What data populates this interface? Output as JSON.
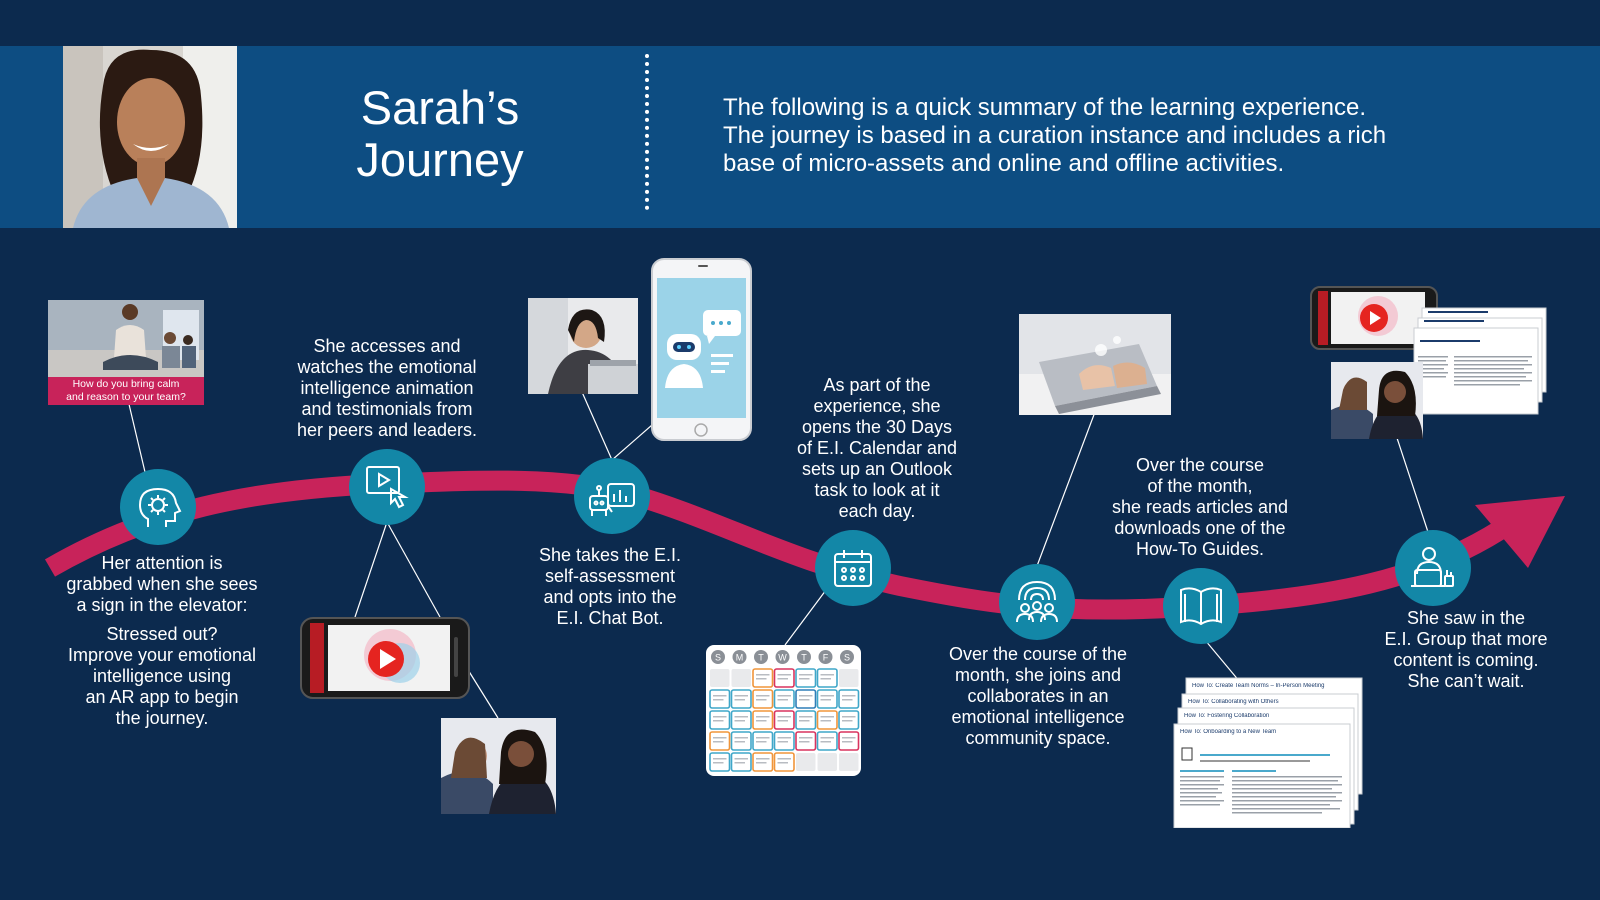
{
  "header": {
    "title_lines": [
      "Sarah’s",
      "Journey"
    ],
    "summary_lines": [
      "The following is a quick summary of the learning experience.",
      "The journey is based in a curation instance and includes a rich",
      "base of micro-assets and online and offline activities."
    ]
  },
  "sign": {
    "caption_lines": [
      "How do you bring calm",
      "and reason to your team?"
    ]
  },
  "steps": [
    {
      "icon": "head-gear-icon",
      "lines": [
        "Her attention is",
        "grabbed when she sees",
        "a sign in the elevator:"
      ],
      "quote_lines": [
        "Stressed out?",
        "Improve your emotional",
        "intelligence using",
        "an AR app to begin",
        "the journey."
      ]
    },
    {
      "icon": "video-click-icon",
      "lines": [
        "She accesses and",
        "watches the emotional",
        "intelligence animation",
        "and testimonials from",
        "her peers and leaders."
      ]
    },
    {
      "icon": "chat-bot-icon",
      "lines": [
        "She takes the E.I.",
        "self-assessment",
        "and opts into the",
        "E.I. Chat Bot."
      ]
    },
    {
      "icon": "calendar-icon",
      "lines": [
        "As part of the",
        "experience, she",
        "opens the 30 Days",
        "of E.I. Calendar and",
        "sets up an Outlook",
        "task to look at it",
        "each day."
      ]
    },
    {
      "icon": "community-icon",
      "lines": [
        "Over the course of the",
        "month, she joins and",
        "collaborates in an",
        "emotional intelligence",
        "community space."
      ]
    },
    {
      "icon": "book-icon",
      "lines": [
        "Over the course",
        "of the month,",
        "she reads articles and",
        "downloads one of the",
        "How-To Guides."
      ]
    },
    {
      "icon": "person-laptop-icon",
      "lines": [
        "She saw in the",
        "E.I. Group that more",
        "content is coming.",
        "She can’t wait."
      ]
    }
  ],
  "calendar": {
    "weekdays": [
      "S",
      "M",
      "T",
      "W",
      "T",
      "F",
      "S"
    ]
  },
  "guides": {
    "titles": [
      "How To: Create Team Norms – In-Person Meeting",
      "How To: Collaborating with Others",
      "How To: Fostering Collaboration",
      "How To: Onboarding to a New Team"
    ]
  },
  "colors": {
    "background": "#0c2a4e",
    "header_band": "#0d4d82",
    "node": "#1387a7",
    "path": "#c8235a"
  }
}
